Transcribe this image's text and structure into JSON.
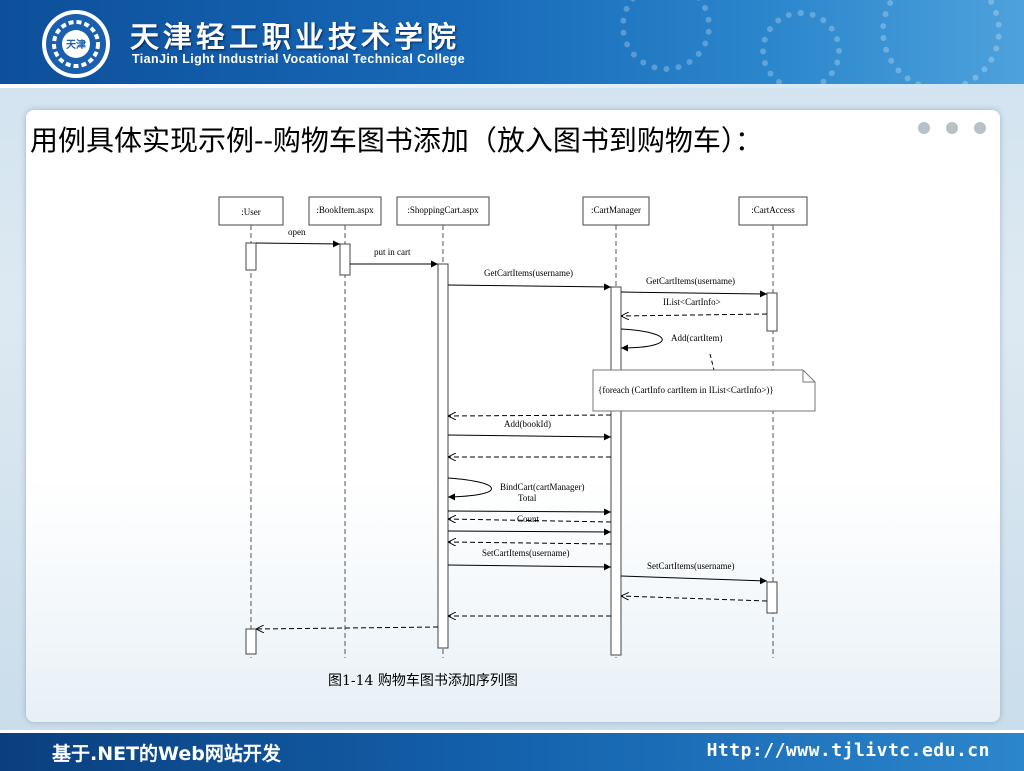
{
  "header": {
    "college_cn": "天津轻工职业技术学院",
    "college_en": "TianJin Light Industrial Vocational Technical College",
    "logo_text": "天津",
    "logo_icon": "college-logo-icon"
  },
  "slide": {
    "title": "用例具体实现示例--购物车图书添加（放入图书到购物车）：",
    "caption": "图1-14 购物车图书添加序列图"
  },
  "diagram": {
    "lifelines": [
      ":User",
      ":BookItem.aspx",
      ":ShoppingCart.aspx",
      ":CartManager",
      ":CartAccess"
    ],
    "messages": {
      "open": "open",
      "put_in_cart": "put in cart",
      "get_cart_items_1": "GetCartItems(username)",
      "get_cart_items_2": "GetCartItems(username)",
      "ilist_return": "IList<CartInfo>",
      "add_cart_item": "Add(cartItem)",
      "add_book_id": "Add(bookId)",
      "bind_cart": "BindCart(cartManager)",
      "total": "Total",
      "count": "Count",
      "set_cart_items_1": "SetCartItems(username)",
      "set_cart_items_2": "SetCartItems(username)"
    },
    "note": "{foreach (CartInfo cartItem in IList<CartInfo>)}"
  },
  "footer": {
    "course": "基于.NET的Web网站开发",
    "url": "Http://www.tjlivtc.edu.cn"
  },
  "colors": {
    "header_blue": "#1769b8",
    "footer_blue": "#1462ad"
  }
}
